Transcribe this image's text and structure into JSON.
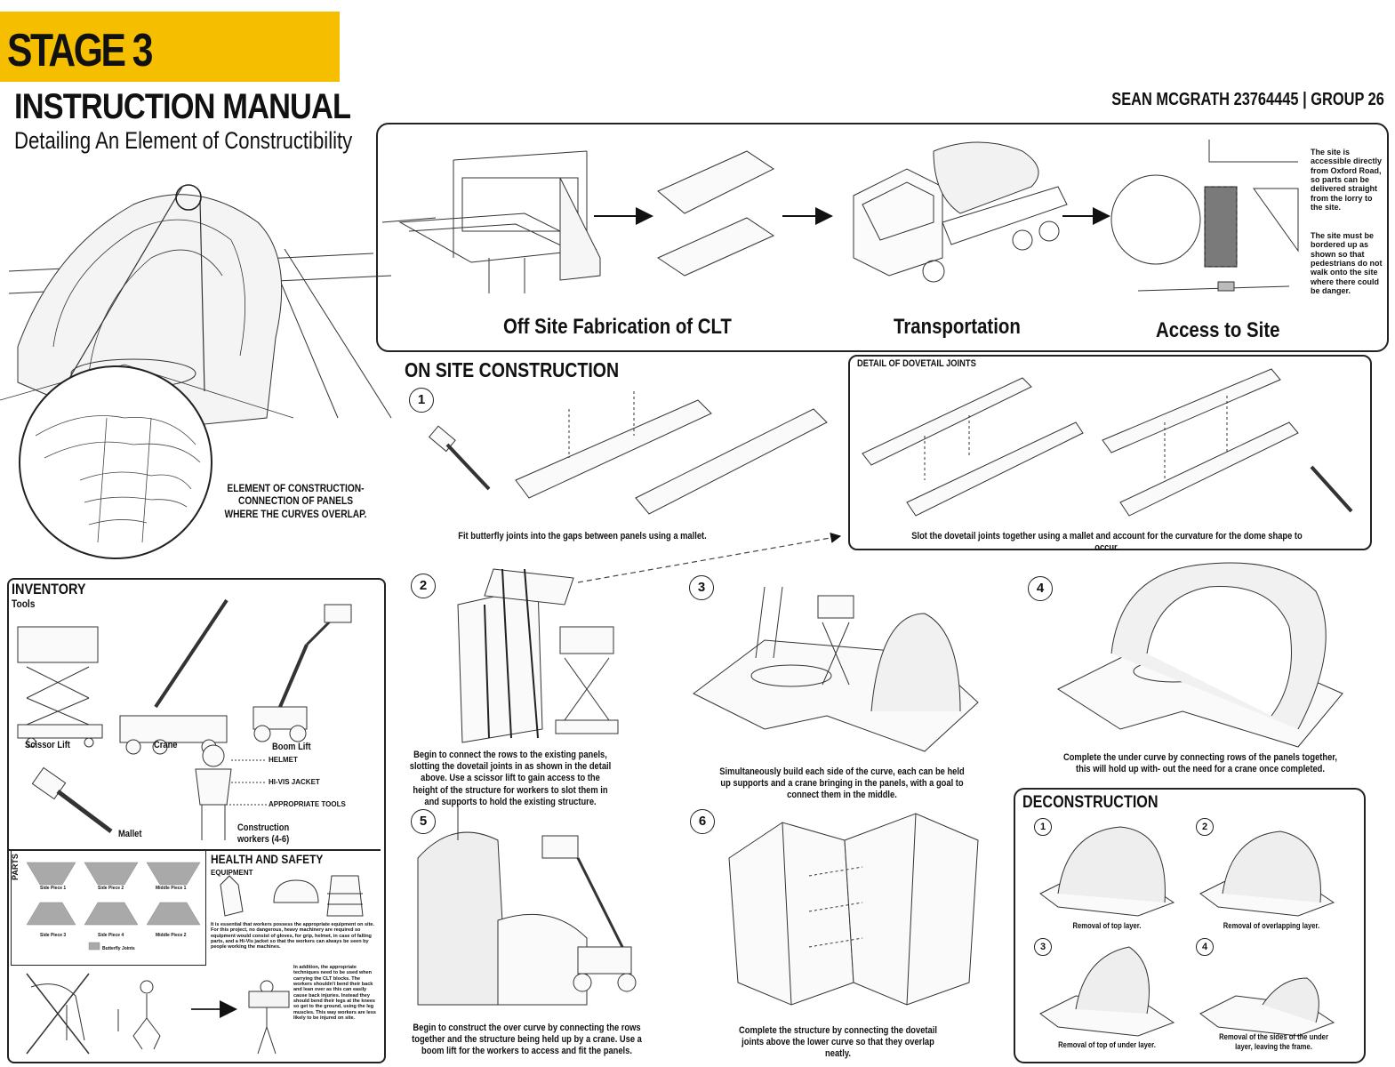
{
  "header": {
    "stage": "STAGE 3",
    "title": "INSTRUCTION MANUAL",
    "subtitle": "Detailing An Element of Constructibility",
    "author": "SEAN MCGRATH 23764445 | GROUP 26",
    "accent_color": "#f5bf00"
  },
  "element_caption": "ELEMENT OF CONSTRUCTION- CONNECTION OF PANELS WHERE THE CURVES OVERLAP.",
  "process": {
    "fabrication": "Off Site Fabrication of CLT",
    "transportation": "Transportation",
    "access": "Access to Site",
    "site_note_1": "The site is accessible directly from Oxford Road, so parts can be delivered straight from the lorry to the site.",
    "site_note_2": "The site must be bordered up as shown so that pedestrians do not walk onto the site where there could be danger."
  },
  "on_site": {
    "title": "ON SITE CONSTRUCTION",
    "dovetail_title": "DETAIL OF DOVETAIL JOINTS",
    "dovetail_caption": "Slot the dovetail joints together using a mallet and account for the curvature for the dome shape to occur.",
    "steps": [
      {
        "num": "1",
        "caption": "Fit butterfly joints into the gaps between panels using a mallet."
      },
      {
        "num": "2",
        "caption": "Begin to connect the rows to the existing panels, slotting the dovetail joints in as shown in the detail above. Use a scissor lift to gain access to the height of the structure for workers to slot them in and supports to hold the existing structure."
      },
      {
        "num": "3",
        "caption": "Simultaneously build each side of the curve, each can be held up supports and a crane bringing in the panels, with a goal to connect them in the middle."
      },
      {
        "num": "4",
        "caption": "Complete the under curve by connecting rows of the panels together, this will hold up with- out the need for a crane once completed."
      },
      {
        "num": "5",
        "caption": "Begin to construct the over curve by connecting the rows together and the structure being held up by a crane. Use a boom lift for the workers to access and fit the panels."
      },
      {
        "num": "6",
        "caption": "Complete the structure by connecting the dovetail joints above the lower curve so that they overlap neatly."
      }
    ]
  },
  "inventory": {
    "title": "INVENTORY",
    "tools_label": "Tools",
    "tools": [
      "Scissor Lift",
      "Crane",
      "Boom Lift",
      "Mallet"
    ],
    "worker_labels": [
      "HELMET",
      "HI-VIS JACKET",
      "APPROPRIATE TOOLS"
    ],
    "workers": "Construction workers (4-6)",
    "parts_label": "PARTS",
    "parts": [
      "Side Piece 1",
      "Side Piece 2",
      "Middle Piece 1",
      "Side Piece 3",
      "Side Piece 4",
      "Middle Piece 2",
      "Butterfly Joints"
    ],
    "hs_title": "HEALTH AND SAFETY",
    "equipment_label": "EQUIPMENT",
    "hs_text": "It is essential that workers possess the appropriate equipment on site. For this project, no dangerous, heavy machinery are required so equipment would consist of gloves, for grip, helmet, in case of falling parts, and a Hi-Vis jacket so that the workers can always be seen by people working the machines.",
    "lifting_text": "In addition, the appropriate techniques need to be used when carrying the CLT blocks. The workers shouldn't bend their back and lean over as this can easily cause back injuries. Instead they should bend their legs at the knees so get to the ground, using the leg muscles. This way workers are less likely to be injured on site."
  },
  "deconstruction": {
    "title": "DECONSTRUCTION",
    "steps": [
      {
        "num": "1",
        "caption": "Removal of top layer."
      },
      {
        "num": "2",
        "caption": "Removal of overlapping layer."
      },
      {
        "num": "3",
        "caption": "Removal of top of under layer."
      },
      {
        "num": "4",
        "caption": "Removal of the sides of the under layer, leaving the frame."
      }
    ]
  }
}
